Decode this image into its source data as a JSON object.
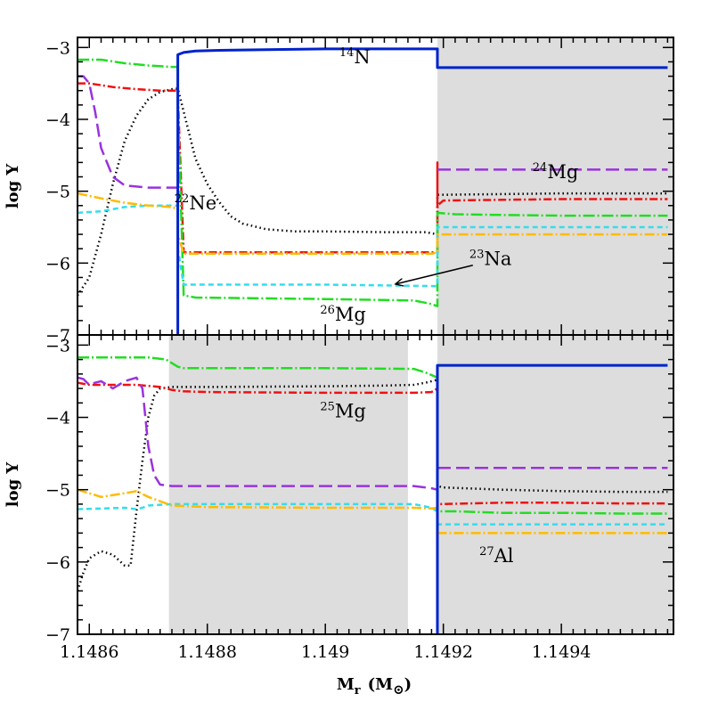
{
  "chart_data": {
    "type": "line",
    "xlabel": "M",
    "xlabel_sub": "r",
    "xlabel_units_open": "(M",
    "xlabel_units_close": ")",
    "sun_symbol": "⊙",
    "xlim": [
      1.14858,
      1.14959
    ],
    "xticks": [
      1.1486,
      1.1488,
      1.149,
      1.1492,
      1.1494
    ],
    "xtick_labels": [
      "1.1486",
      "1.1488",
      "1.149",
      "1.1492",
      "1.1494"
    ],
    "grid": false,
    "series_styles": [
      {
        "id": "black",
        "color": "#000000",
        "dash": "1.5,3.5"
      },
      {
        "id": "red",
        "color": "#ee1111",
        "dash": "9,3,2,3"
      },
      {
        "id": "green",
        "color": "#22dd22",
        "dash": "13,3,2,3"
      },
      {
        "id": "purple",
        "color": "#9933dd",
        "dash": "15,6"
      },
      {
        "id": "cyan",
        "color": "#33ddee",
        "dash": "6,4"
      },
      {
        "id": "yellow",
        "color": "#ffbb00",
        "dash": "11,3,2,3"
      },
      {
        "id": "blue",
        "color": "#0022cc",
        "dash": ""
      }
    ],
    "panels": [
      {
        "name": "top",
        "ylabel": "log Y",
        "ylim": [
          -7,
          -2.86
        ],
        "yticks": [
          -7,
          -6,
          -5,
          -4,
          -3
        ],
        "ytick_labels": [
          "−7",
          "−6",
          "−5",
          "−4",
          "−3"
        ],
        "shaded_x": [
          [
            1.14919,
            1.14959
          ]
        ],
        "labels": [
          {
            "sup": "14",
            "text": "N",
            "x": 1.14905,
            "y": -3.22
          },
          {
            "sup": "24",
            "text": "Mg",
            "x": 1.14939,
            "y": -4.82
          },
          {
            "sup": "22",
            "text": "Ne",
            "x": 1.14878,
            "y": -5.25
          },
          {
            "sup": "23",
            "text": "Na",
            "x": 1.14928,
            "y": -6.03
          },
          {
            "sup": "26",
            "text": "Mg",
            "x": 1.14903,
            "y": -6.8
          }
        ],
        "arrows": [
          {
            "from": [
              1.14925,
              -6.03
            ],
            "to": [
              1.14912,
              -6.29
            ]
          }
        ],
        "series": [
          {
            "style": "black",
            "x": [
              1.14858,
              1.1486,
              1.14862,
              1.14864,
              1.14866,
              1.14868,
              1.1487,
              1.14872,
              1.14874,
              1.14875,
              1.14878,
              1.1488,
              1.14882,
              1.14884,
              1.14886,
              1.1489,
              1.14895,
              1.149,
              1.1491,
              1.14917,
              1.14919,
              1.14919,
              1.1493,
              1.1494,
              1.1495,
              1.14958
            ],
            "y": [
              -6.45,
              -6.2,
              -5.6,
              -4.9,
              -4.3,
              -3.95,
              -3.72,
              -3.62,
              -3.58,
              -3.57,
              -4.55,
              -4.9,
              -5.15,
              -5.35,
              -5.45,
              -5.53,
              -5.56,
              -5.56,
              -5.57,
              -5.57,
              -5.6,
              -5.05,
              -5.04,
              -5.03,
              -5.03,
              -5.03
            ]
          },
          {
            "style": "red",
            "x": [
              1.14858,
              1.1486,
              1.14864,
              1.14868,
              1.14872,
              1.14875,
              1.14875,
              1.14876,
              1.14878,
              1.149,
              1.14918,
              1.14919,
              1.14919,
              1.14919,
              1.1492,
              1.1493,
              1.1494,
              1.1495,
              1.14958
            ],
            "y": [
              -3.5,
              -3.5,
              -3.55,
              -3.58,
              -3.6,
              -3.6,
              -3.65,
              -5.85,
              -5.85,
              -5.85,
              -5.85,
              -5.85,
              -4.6,
              -5.2,
              -5.13,
              -5.12,
              -5.11,
              -5.11,
              -5.11
            ]
          },
          {
            "style": "green",
            "x": [
              1.14858,
              1.14862,
              1.14866,
              1.1487,
              1.14874,
              1.14875,
              1.14875,
              1.14876,
              1.14878,
              1.149,
              1.14915,
              1.14918,
              1.14919,
              1.14919,
              1.14922,
              1.1493,
              1.1494,
              1.1495,
              1.14958
            ],
            "y": [
              -3.17,
              -3.17,
              -3.22,
              -3.25,
              -3.27,
              -3.27,
              -3.8,
              -6.45,
              -6.48,
              -6.5,
              -6.52,
              -6.57,
              -6.6,
              -5.3,
              -5.32,
              -5.33,
              -5.34,
              -5.34,
              -5.34
            ]
          },
          {
            "style": "purple",
            "x": [
              1.14858,
              1.14859,
              1.1486,
              1.14861,
              1.14862,
              1.14864,
              1.14866,
              1.1487,
              1.14874,
              1.14875
            ],
            "y": [
              -3.4,
              -3.4,
              -3.5,
              -3.9,
              -4.4,
              -4.8,
              -4.92,
              -4.95,
              -4.95,
              -4.95
            ]
          },
          {
            "style": "purple",
            "x": [
              1.14919,
              1.1493,
              1.1494,
              1.1495,
              1.14958
            ],
            "y": [
              -4.7,
              -4.7,
              -4.7,
              -4.7,
              -4.7
            ]
          },
          {
            "style": "cyan",
            "x": [
              1.14858,
              1.14862,
              1.14866,
              1.1487,
              1.14874,
              1.14875,
              1.14875,
              1.14876,
              1.149,
              1.14918,
              1.14919,
              1.14919,
              1.1493,
              1.1494,
              1.1495,
              1.14958
            ],
            "y": [
              -5.3,
              -5.28,
              -5.22,
              -5.2,
              -5.2,
              -5.2,
              -5.8,
              -6.3,
              -6.3,
              -6.32,
              -6.32,
              -5.5,
              -5.5,
              -5.5,
              -5.5,
              -5.5
            ]
          },
          {
            "style": "yellow",
            "x": [
              1.14858,
              1.14862,
              1.14866,
              1.1487,
              1.14874,
              1.14875,
              1.14875,
              1.14876,
              1.149,
              1.14918,
              1.14919,
              1.14919,
              1.1493,
              1.1494,
              1.1495,
              1.14958
            ],
            "y": [
              -5.03,
              -5.1,
              -5.16,
              -5.2,
              -5.22,
              -5.25,
              -5.6,
              -5.87,
              -5.87,
              -5.87,
              -5.85,
              -5.6,
              -5.6,
              -5.6,
              -5.6,
              -5.6
            ]
          },
          {
            "style": "blue",
            "x": [
              1.14875,
              1.14875,
              1.14876,
              1.14878,
              1.14882,
              1.1489,
              1.149,
              1.1491,
              1.14919,
              1.14919,
              1.1493,
              1.14958
            ],
            "y": [
              -7.05,
              -3.1,
              -3.07,
              -3.05,
              -3.04,
              -3.03,
              -3.02,
              -3.02,
              -3.02,
              -3.28,
              -3.28,
              -3.28
            ]
          }
        ]
      },
      {
        "name": "bottom",
        "ylabel": "log Y",
        "ylim": [
          -7,
          -2.86
        ],
        "yticks": [
          -7,
          -6,
          -5,
          -4,
          -3
        ],
        "ytick_labels": [
          "−7",
          "−6",
          "−5",
          "−4",
          "−3"
        ],
        "shaded_x": [
          [
            1.148735,
            1.14914
          ],
          [
            1.14919,
            1.14959
          ]
        ],
        "labels": [
          {
            "sup": "25",
            "text": "Mg",
            "x": 1.14903,
            "y": -4.0
          },
          {
            "sup": "27",
            "text": "Al",
            "x": 1.14929,
            "y": -6.0
          }
        ],
        "arrows": [],
        "series": [
          {
            "style": "black",
            "x": [
              1.14858,
              1.14859,
              1.1486,
              1.14862,
              1.14864,
              1.14866,
              1.14867,
              1.14868,
              1.14869,
              1.1487,
              1.14871,
              1.14872,
              1.14874,
              1.1488,
              1.149,
              1.1491,
              1.14915,
              1.14917,
              1.14919,
              1.14919,
              1.1492,
              1.1493,
              1.1494,
              1.1495,
              1.14958
            ],
            "y": [
              -6.4,
              -6.15,
              -5.95,
              -5.85,
              -5.9,
              -6.05,
              -6.05,
              -5.3,
              -4.6,
              -4.0,
              -3.7,
              -3.6,
              -3.58,
              -3.58,
              -3.57,
              -3.56,
              -3.55,
              -3.52,
              -3.48,
              -4.95,
              -4.97,
              -5.0,
              -5.02,
              -5.03,
              -5.03
            ]
          },
          {
            "style": "red",
            "x": [
              1.14858,
              1.1486,
              1.14864,
              1.14868,
              1.14872,
              1.14874,
              1.14876,
              1.1488,
              1.149,
              1.14915,
              1.14918,
              1.14919,
              1.14919,
              1.1493,
              1.1494,
              1.1495,
              1.14958
            ],
            "y": [
              -3.52,
              -3.55,
              -3.55,
              -3.55,
              -3.58,
              -3.62,
              -3.64,
              -3.65,
              -3.66,
              -3.66,
              -3.65,
              -3.6,
              -5.2,
              -5.18,
              -5.18,
              -5.19,
              -5.19
            ]
          },
          {
            "style": "green",
            "x": [
              1.14858,
              1.14862,
              1.14866,
              1.1487,
              1.14873,
              1.14875,
              1.14876,
              1.149,
              1.14915,
              1.14917,
              1.14919,
              1.14919,
              1.14922,
              1.1493,
              1.1494,
              1.1495,
              1.14958
            ],
            "y": [
              -3.17,
              -3.17,
              -3.17,
              -3.17,
              -3.2,
              -3.3,
              -3.32,
              -3.32,
              -3.33,
              -3.38,
              -3.45,
              -5.3,
              -5.3,
              -5.32,
              -5.32,
              -5.33,
              -5.33
            ]
          },
          {
            "style": "purple",
            "x": [
              1.14858,
              1.14859,
              1.1486,
              1.14861,
              1.14862,
              1.14864,
              1.14866,
              1.14868,
              1.14869,
              1.1487,
              1.14871,
              1.14872,
              1.14874,
              1.1488,
              1.149,
              1.1491,
              1.14915,
              1.14918,
              1.14919
            ],
            "y": [
              -3.45,
              -3.47,
              -3.55,
              -3.52,
              -3.5,
              -3.6,
              -3.5,
              -3.45,
              -3.6,
              -4.4,
              -4.8,
              -4.93,
              -4.95,
              -4.95,
              -4.95,
              -4.95,
              -4.95,
              -4.98,
              -5.0
            ]
          },
          {
            "style": "purple",
            "x": [
              1.14919,
              1.1493,
              1.1494,
              1.1495,
              1.14958
            ],
            "y": [
              -4.7,
              -4.7,
              -4.7,
              -4.7,
              -4.7
            ]
          },
          {
            "style": "cyan",
            "x": [
              1.14858,
              1.14862,
              1.14866,
              1.14868,
              1.14869,
              1.1487,
              1.14874,
              1.1488,
              1.149,
              1.14915,
              1.14918,
              1.14919,
              1.14919,
              1.1493,
              1.1494,
              1.14958
            ],
            "y": [
              -5.27,
              -5.26,
              -5.25,
              -5.27,
              -5.25,
              -5.22,
              -5.2,
              -5.2,
              -5.2,
              -5.2,
              -5.25,
              -5.3,
              -5.48,
              -5.48,
              -5.48,
              -5.48
            ]
          },
          {
            "style": "yellow",
            "x": [
              1.14858,
              1.1486,
              1.14862,
              1.14866,
              1.14868,
              1.1487,
              1.14874,
              1.1488,
              1.149,
              1.14915,
              1.14918,
              1.14919,
              1.14919,
              1.1493,
              1.1494,
              1.14958
            ],
            "y": [
              -5.0,
              -5.05,
              -5.1,
              -5.05,
              -5.02,
              -5.1,
              -5.22,
              -5.24,
              -5.25,
              -5.25,
              -5.26,
              -5.25,
              -5.6,
              -5.6,
              -5.6,
              -5.6
            ]
          },
          {
            "style": "blue",
            "x": [
              1.14919,
              1.14919,
              1.1492,
              1.1493,
              1.1494,
              1.14958
            ],
            "y": [
              -7.05,
              -3.28,
              -3.28,
              -3.28,
              -3.28,
              -3.28
            ]
          }
        ]
      }
    ]
  }
}
